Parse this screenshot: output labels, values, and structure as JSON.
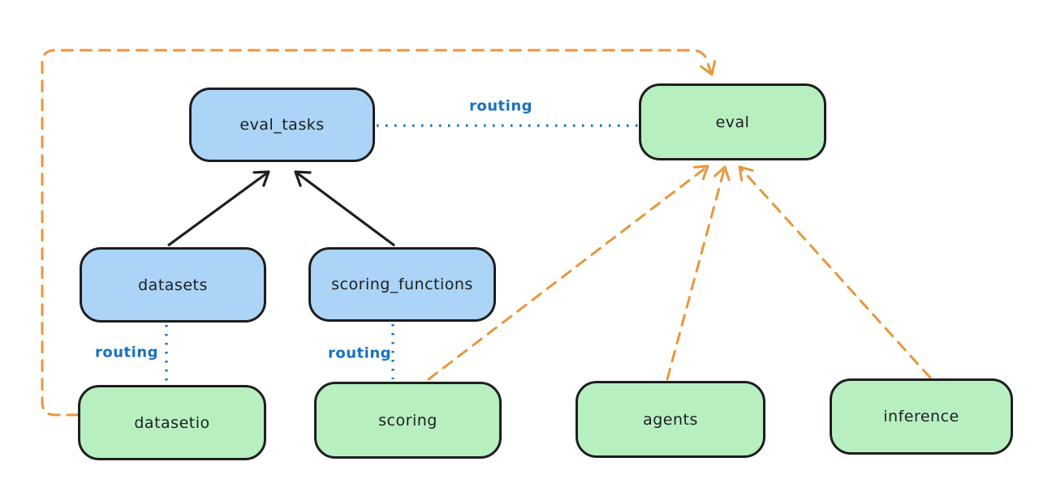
{
  "diagram": {
    "title": "",
    "colors": {
      "background": "#ffffff",
      "node_stroke": "#1e1e1e",
      "blue_node_fill": "#abd4f6",
      "green_node_fill": "#b7efc1",
      "routing_line_blue": "#1971c2",
      "dependency_arrow_black": "#1e1e1e",
      "provider_arrow_orange": "#e8963c"
    },
    "nodes": [
      {
        "id": "eval_tasks",
        "label": "eval_tasks",
        "color": "blue"
      },
      {
        "id": "eval",
        "label": "eval",
        "color": "green"
      },
      {
        "id": "datasets",
        "label": "datasets",
        "color": "blue"
      },
      {
        "id": "scoring_functions",
        "label": "scoring_functions",
        "color": "blue"
      },
      {
        "id": "datasetio",
        "label": "datasetio",
        "color": "green"
      },
      {
        "id": "scoring",
        "label": "scoring",
        "color": "green"
      },
      {
        "id": "agents",
        "label": "agents",
        "color": "green"
      },
      {
        "id": "inference",
        "label": "inference",
        "color": "green"
      }
    ],
    "edges": [
      {
        "source": "datasets",
        "target": "eval_tasks",
        "style": "solid-black-arrow",
        "label": ""
      },
      {
        "source": "scoring_functions",
        "target": "eval_tasks",
        "style": "solid-black-arrow",
        "label": ""
      },
      {
        "source": "eval_tasks",
        "target": "eval",
        "style": "dotted-blue",
        "label": "routing"
      },
      {
        "source": "datasets",
        "target": "datasetio",
        "style": "dotted-blue",
        "label": "routing"
      },
      {
        "source": "scoring_functions",
        "target": "scoring",
        "style": "dotted-blue",
        "label": "routing"
      },
      {
        "source": "datasetio",
        "target": "eval",
        "style": "dashed-orange-arrow",
        "label": ""
      },
      {
        "source": "scoring",
        "target": "eval",
        "style": "dashed-orange-arrow",
        "label": ""
      },
      {
        "source": "agents",
        "target": "eval",
        "style": "dashed-orange-arrow",
        "label": ""
      },
      {
        "source": "inference",
        "target": "eval",
        "style": "dashed-orange-arrow",
        "label": ""
      }
    ]
  }
}
